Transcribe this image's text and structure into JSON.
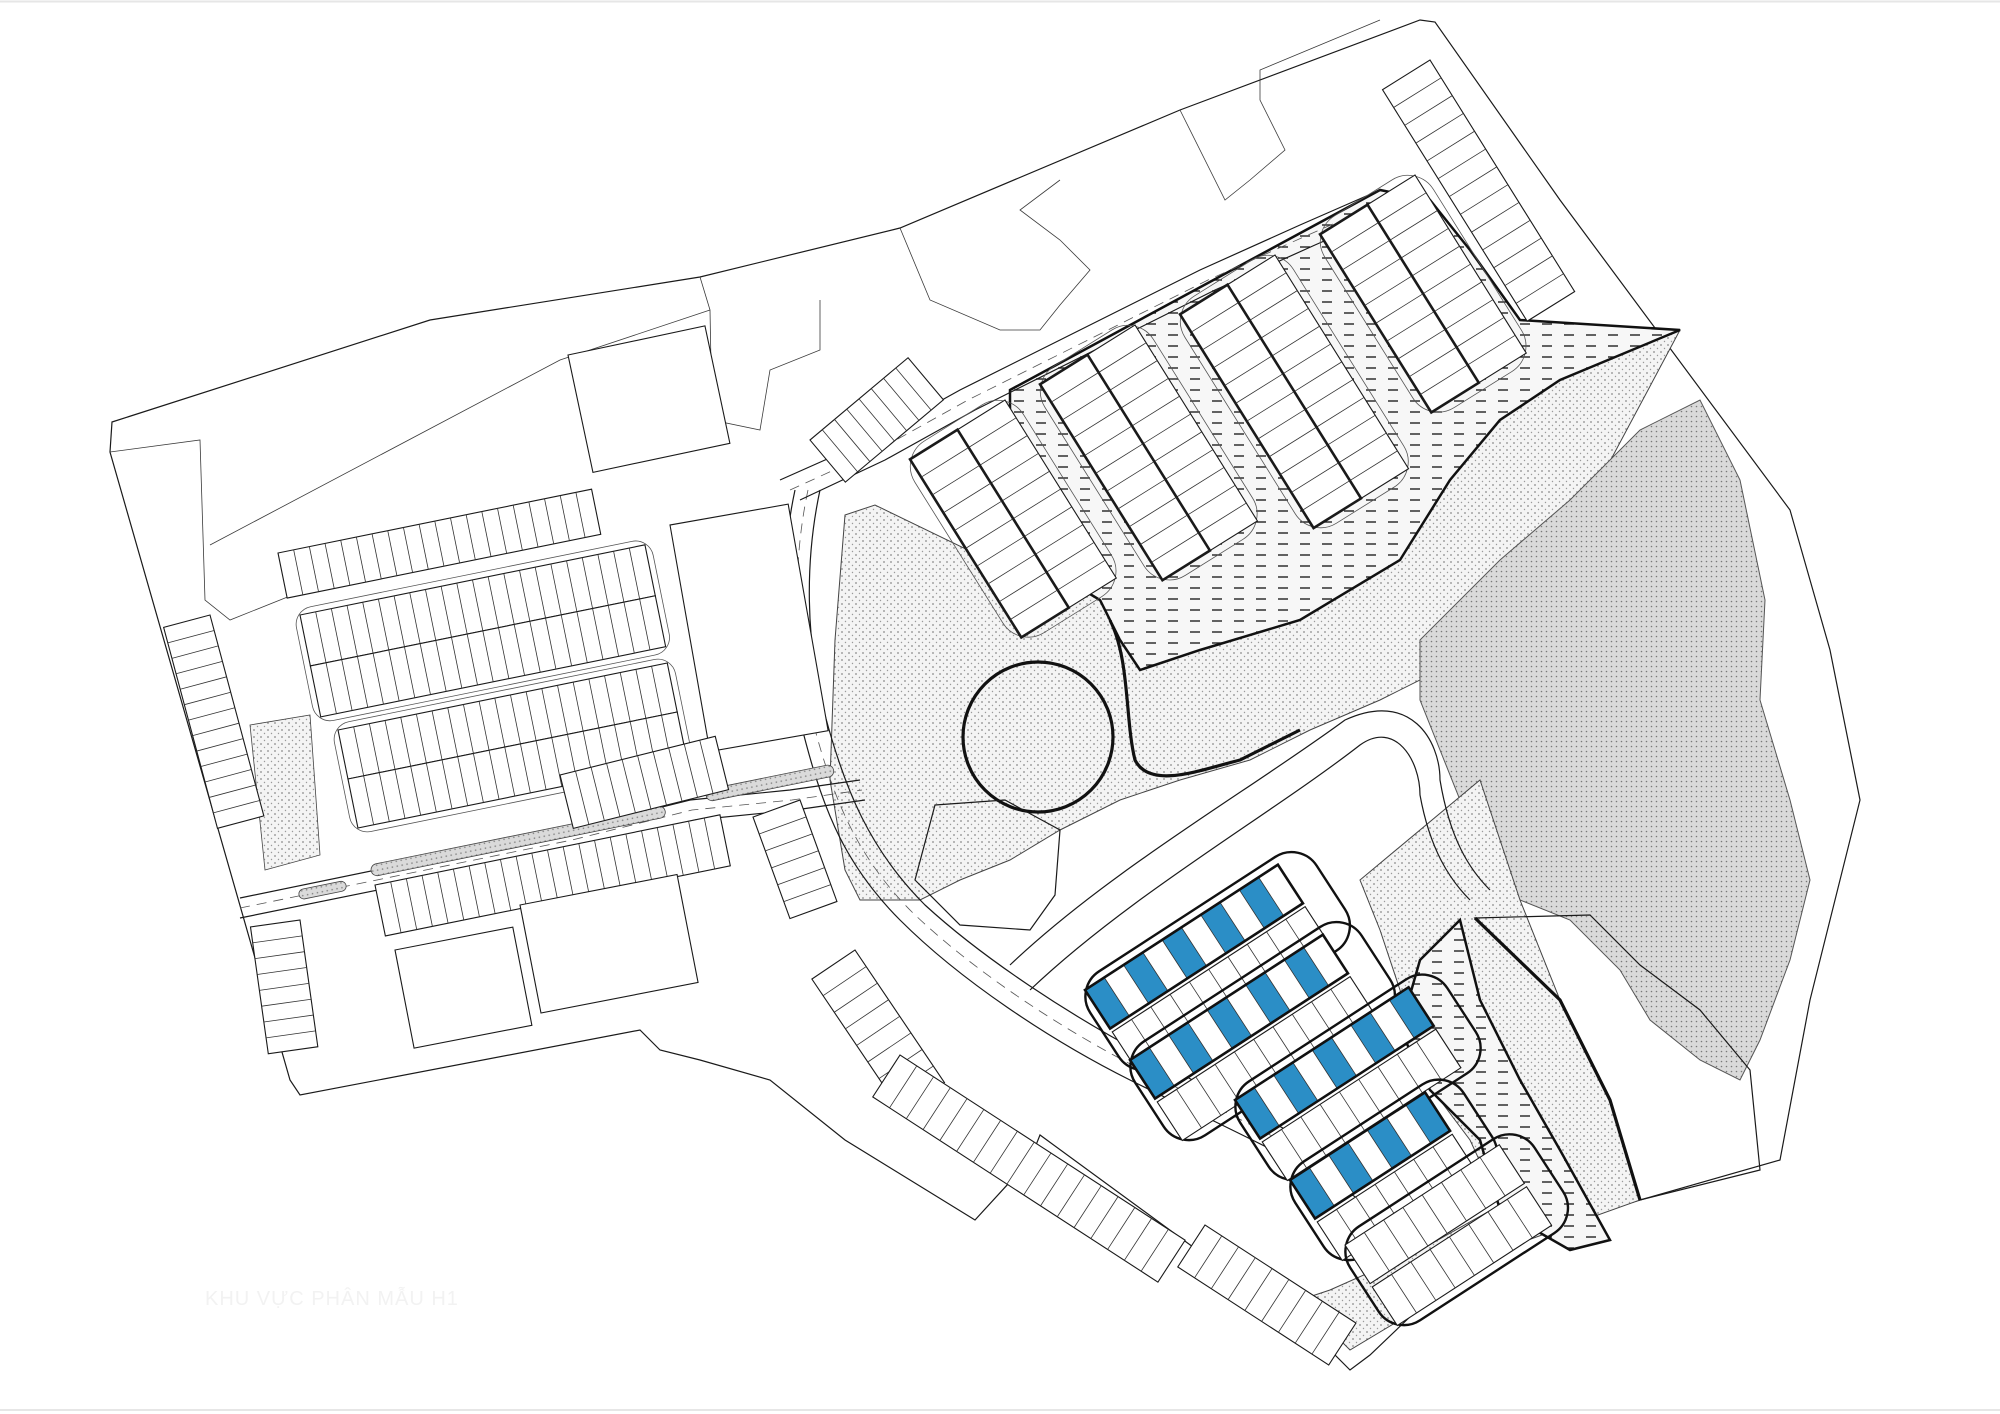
{
  "caption": "KHU VỰC PHÂN MẪU H1",
  "colors": {
    "ink": "#1a1a1a",
    "highlight_lots": "#2b8ec6",
    "plaza_fill": "#eeeeee",
    "green_fill": "#e2e2e2",
    "page_border": "#e0e0e0"
  },
  "highlighted_rows": 4,
  "icons": [
    "roundabout-circle",
    "pond-hatch",
    "dotted-greenery",
    "parking-lot-stripes"
  ]
}
